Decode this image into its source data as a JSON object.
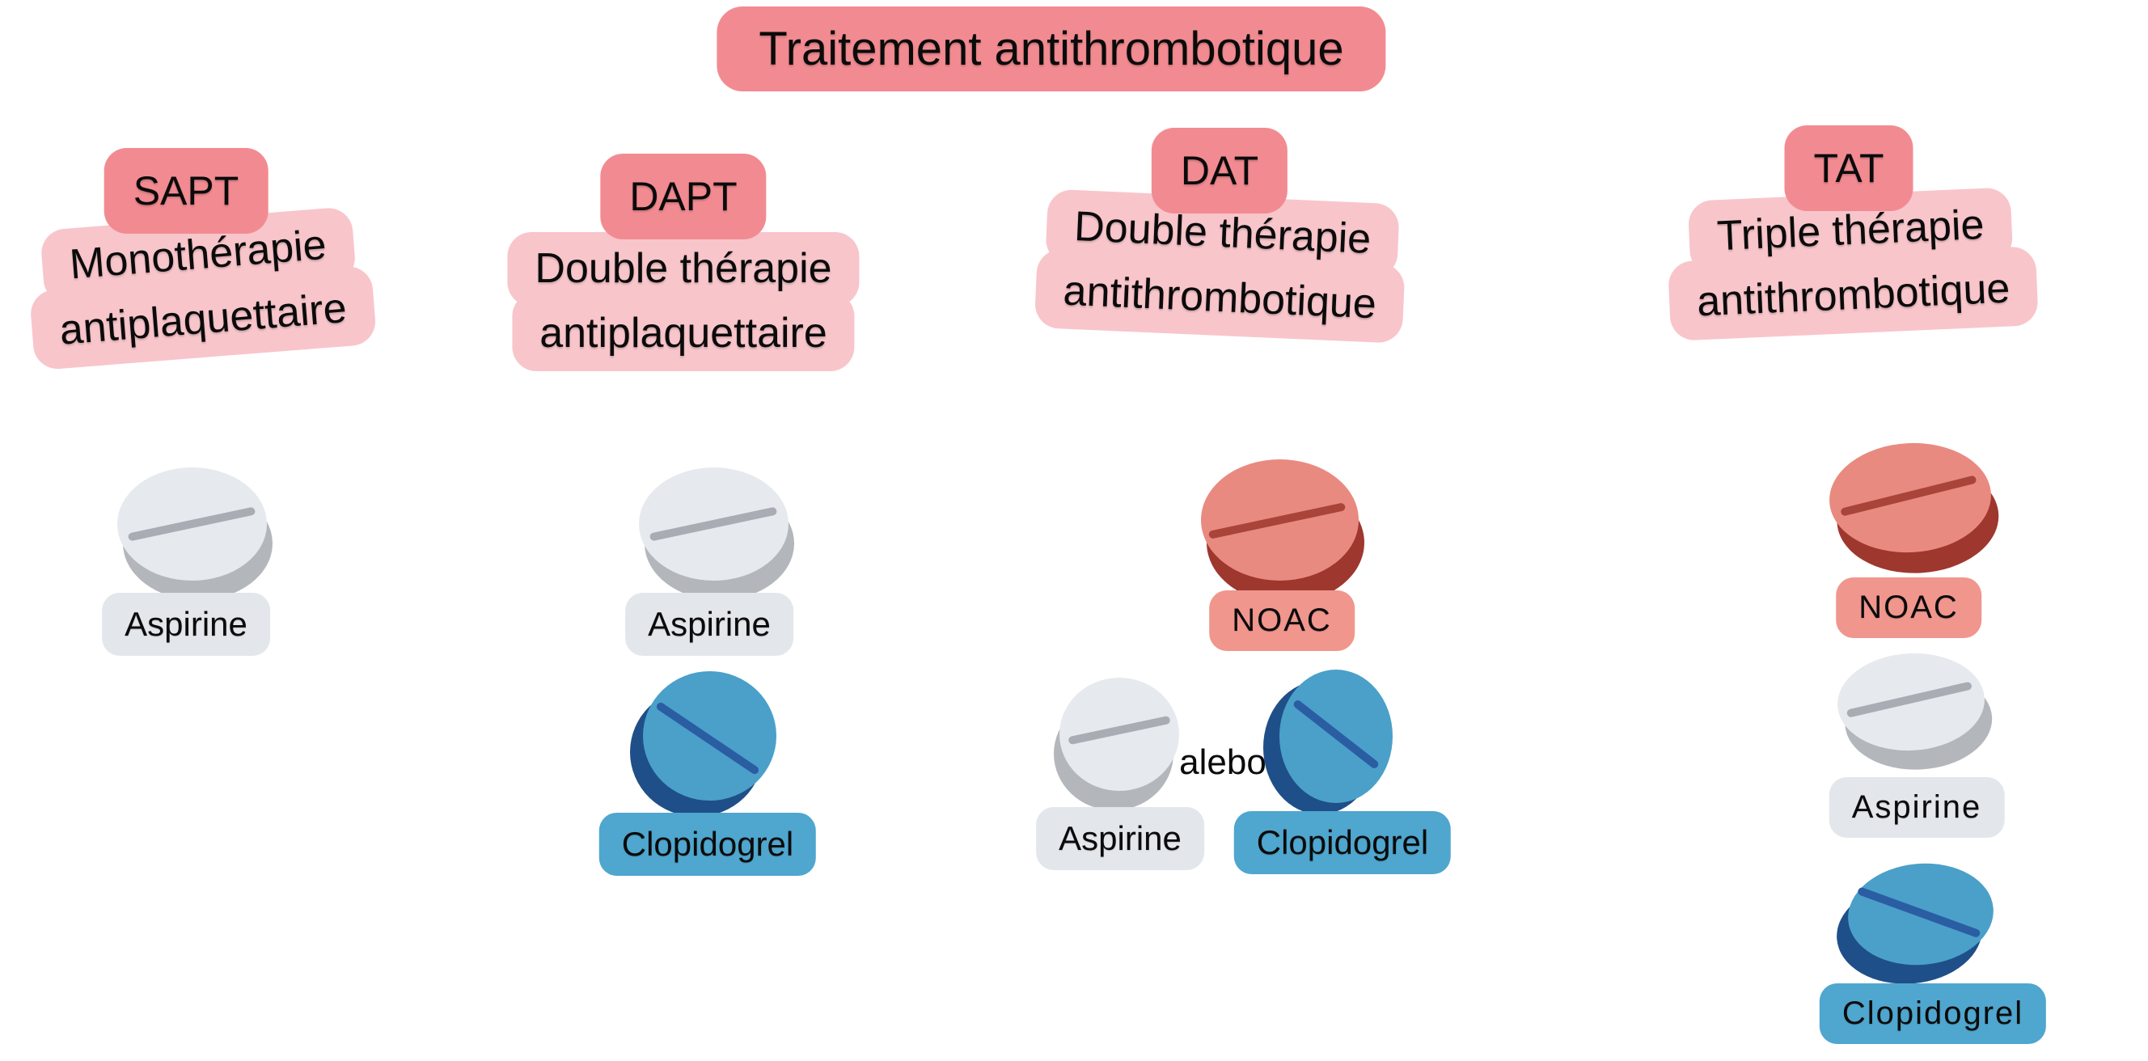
{
  "title": "Traitement antithrombotique",
  "or_connector": "alebo",
  "columns": [
    {
      "id": "sapt",
      "acronym": "SAPT",
      "name_lines": [
        "Monothérapie",
        "antiplaquettaire"
      ],
      "pills": [
        {
          "drug": "Aspirine",
          "pill_color": "white"
        }
      ]
    },
    {
      "id": "dapt",
      "acronym": "DAPT",
      "name_lines": [
        "Double thérapie",
        "antiplaquettaire"
      ],
      "pills": [
        {
          "drug": "Aspirine",
          "pill_color": "white"
        },
        {
          "drug": "Clopidogrel",
          "pill_color": "blue"
        }
      ]
    },
    {
      "id": "dat",
      "acronym": "DAT",
      "name_lines": [
        "Double thérapie",
        "antithrombotique"
      ],
      "pills": [
        {
          "drug": "NOAC",
          "pill_color": "red"
        }
      ],
      "alternative": {
        "left": {
          "drug": "Aspirine",
          "pill_color": "white"
        },
        "connector": "alebo",
        "right": {
          "drug": "Clopidogrel",
          "pill_color": "blue"
        }
      }
    },
    {
      "id": "tat",
      "acronym": "TAT",
      "name_lines": [
        "Triple thérapie",
        "antithrombotique"
      ],
      "pills": [
        {
          "drug": "NOAC",
          "pill_color": "red"
        },
        {
          "drug": "Aspirine",
          "pill_color": "white"
        },
        {
          "drug": "Clopidogrel",
          "pill_color": "blue"
        }
      ]
    }
  ],
  "colors": {
    "badge_pink": "#F28B91",
    "bubble_pink": "#F8C5CB",
    "white_pill_face": "#E6E9EE",
    "white_pill_edge": "#B3B6BB",
    "white_label_bg": "#E3E6EB",
    "blue_pill_face": "#4AA0C9",
    "blue_pill_edge": "#1F4F88",
    "blue_label_bg": "#4FA6CE",
    "red_pill_face": "#E98A80",
    "red_pill_edge": "#9E372E",
    "red_label_bg": "#F0968D",
    "text": "#0b0b0b",
    "background": "#ffffff"
  }
}
